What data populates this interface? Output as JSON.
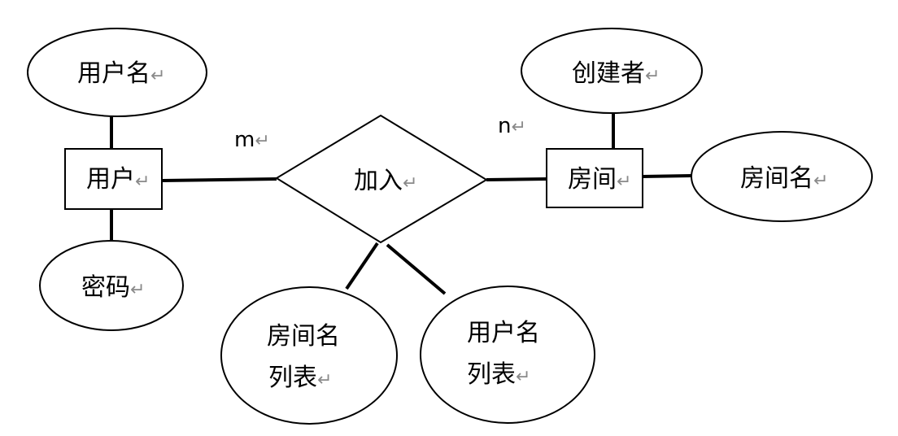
{
  "return_mark": "↵",
  "entities": {
    "user": {
      "label": "用户"
    },
    "room": {
      "label": "房间"
    }
  },
  "relationship": {
    "label": "加入"
  },
  "attributes": {
    "username": {
      "label": "用户名"
    },
    "password": {
      "label": "密码"
    },
    "creator": {
      "label": "创建者"
    },
    "room_name": {
      "label": "房间名"
    },
    "room_name_list": {
      "line1": "房间名",
      "line2": "列表"
    },
    "username_list": {
      "line1": "用户名",
      "line2": "列表"
    }
  },
  "cardinality": {
    "user_side": "m",
    "room_side": "n"
  }
}
